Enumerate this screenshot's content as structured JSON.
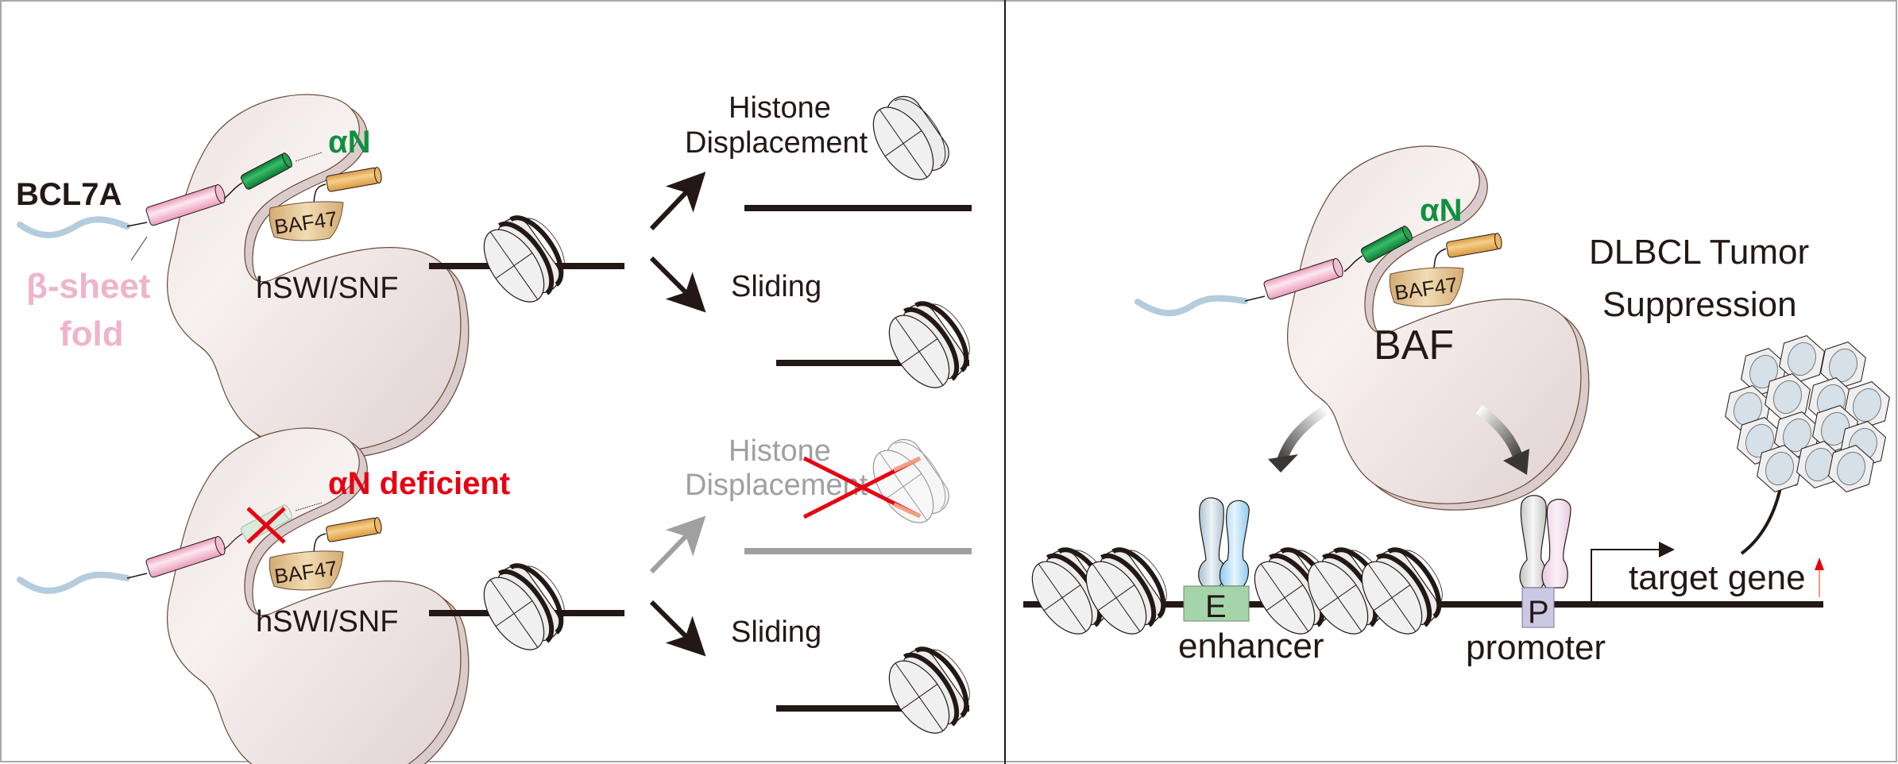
{
  "colors": {
    "complex_fill": "#e6dada",
    "complex_stroke": "#6b4a35",
    "beta_sheet": "#efb3cc",
    "alpha_n": "#109040",
    "alpha_n_faded": "#cfe9d4",
    "orange_helix": "#e8a850",
    "baf47": "#e2bf8c",
    "tail": "#b4ccdc",
    "deficient_red": "#e60012",
    "greyed": "#a0a0a0",
    "enhancer_box": "#a6d4aa",
    "promoter_box": "#cac8e2",
    "dna": "#231815"
  },
  "left_panel": {
    "wildtype": {
      "protein_label": "BCL7A",
      "domain_label_line1": "β-sheet",
      "domain_label_line2": "fold",
      "helix_label": "αN",
      "subunit_label": "BAF47",
      "complex_label": "hSWI/SNF",
      "outcome_top_line1": "Histone",
      "outcome_top_line2": "Displacement",
      "outcome_bottom": "Sliding"
    },
    "mutant": {
      "helix_label": "αN deficient",
      "subunit_label": "BAF47",
      "complex_label": "hSWI/SNF",
      "outcome_top_line1": "Histone",
      "outcome_top_line2": "Displacement",
      "outcome_bottom": "Sliding"
    }
  },
  "right_panel": {
    "helix_label": "αN",
    "subunit_label": "BAF47",
    "complex_label": "BAF",
    "title_line1": "DLBCL Tumor",
    "title_line2": "Suppression",
    "enhancer_box_letter": "E",
    "enhancer_label": "enhancer",
    "promoter_box_letter": "P",
    "promoter_label": "promoter",
    "gene_label": "target gene"
  }
}
